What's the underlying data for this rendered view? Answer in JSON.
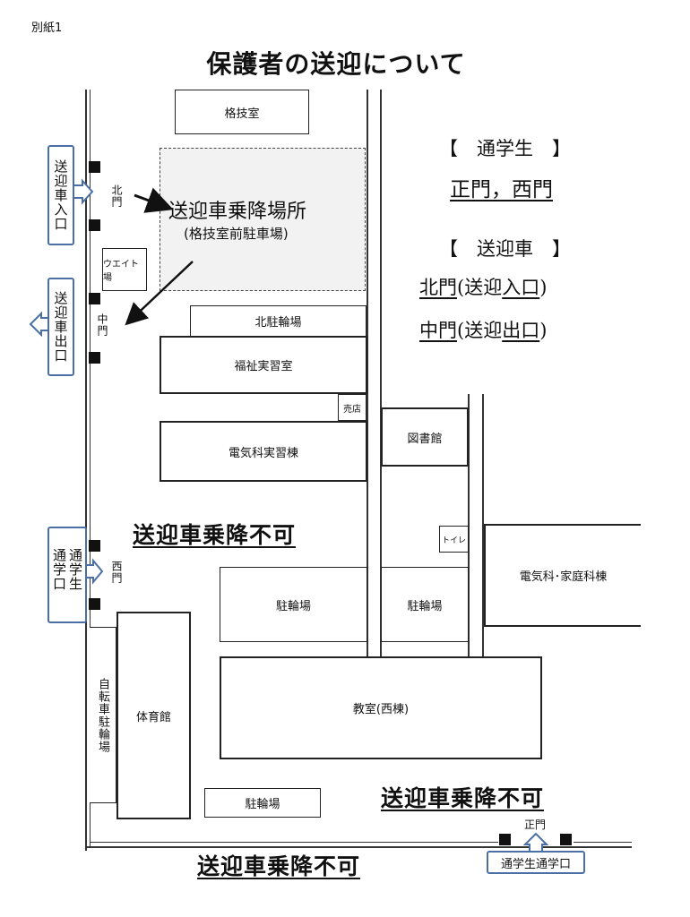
{
  "doc_label": "別紙1",
  "title": "保護者の送迎について",
  "rooms": {
    "kakugi": "格技室",
    "weight": "ウエイト場",
    "kita_churin": "北駐輪場",
    "fukushi": "福祉実習室",
    "baiten": "売店",
    "denki_jisshu": "電気科実習棟",
    "toshokan": "図書館",
    "toilet": "トイレ",
    "denki_katei": "電気科･家庭科棟",
    "churin_left": "駐輪場",
    "churin_mid": "駐輪場",
    "kyoshitsu": "教室(西棟)",
    "taiikukan": "体育館",
    "jitensha": "自転車駐輪場",
    "churin_bottom": "駐輪場"
  },
  "pickup_area": {
    "main": "送迎車乗降場所",
    "sub": "(格技室前駐車場)"
  },
  "gates": {
    "north": "北門",
    "middle": "中門",
    "west": "西門",
    "main": "正門"
  },
  "entrances": {
    "car_in": "送迎車入口",
    "car_out": "送迎車出口",
    "student_west": "通学生通学口",
    "student_main": "通学生通学口"
  },
  "no_drive": "送迎車乗降不可",
  "legend": {
    "students_header": "【　通学生　】",
    "students_gates": "正門，西門",
    "cars_header": "【　送迎車　】",
    "car_gate_1": "北門",
    "car_gate_1_paren_open": "(送迎",
    "car_gate_1_role": "入口",
    "car_gate_1_paren_close": ")",
    "car_gate_2": "中門",
    "car_gate_2_paren_open": "(送迎",
    "car_gate_2_role": "出口",
    "car_gate_2_paren_close": ")"
  },
  "colors": {
    "accent_blue": "#4a6fa5",
    "pickup_fill": "#f2f2f2"
  }
}
